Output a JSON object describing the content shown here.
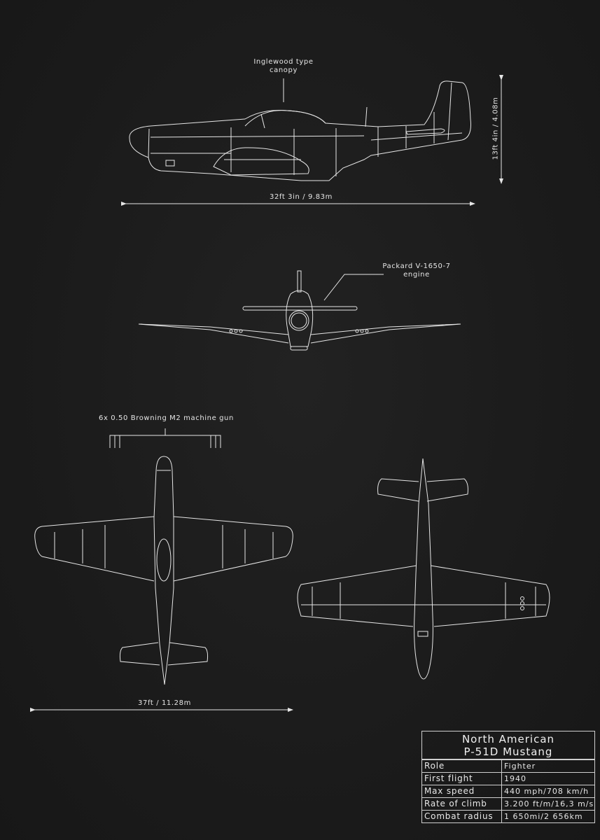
{
  "annotations": {
    "canopy": {
      "line1": "Inglewood type",
      "line2": "canopy"
    },
    "side_length": "32ft 3in / 9.83m",
    "height": "13ft 4in / 4.08m",
    "engine": {
      "line1": "Packard V-1650-7",
      "line2": "engine"
    },
    "guns": "6x 0.50 Browning M2 machine gun",
    "wingspan": "37ft / 11.28m"
  },
  "views": [
    {
      "name": "side-view"
    },
    {
      "name": "front-view"
    },
    {
      "name": "top-view"
    },
    {
      "name": "bottom-view"
    }
  ],
  "spec_table": {
    "title_line1": "North American",
    "title_line2": "P-51D Mustang",
    "rows": [
      {
        "key": "Role",
        "value": "Fighter"
      },
      {
        "key": "First flight",
        "value": "1940"
      },
      {
        "key": "Max speed",
        "value": "440 mph/708 km/h"
      },
      {
        "key": "Rate of climb",
        "value": "3.200 ft/m/16,3 m/s"
      },
      {
        "key": "Combat radius",
        "value": "1 650mi/2 656km"
      }
    ]
  },
  "colors": {
    "background": "#1c1c1c",
    "line": "#e6e6e6"
  }
}
